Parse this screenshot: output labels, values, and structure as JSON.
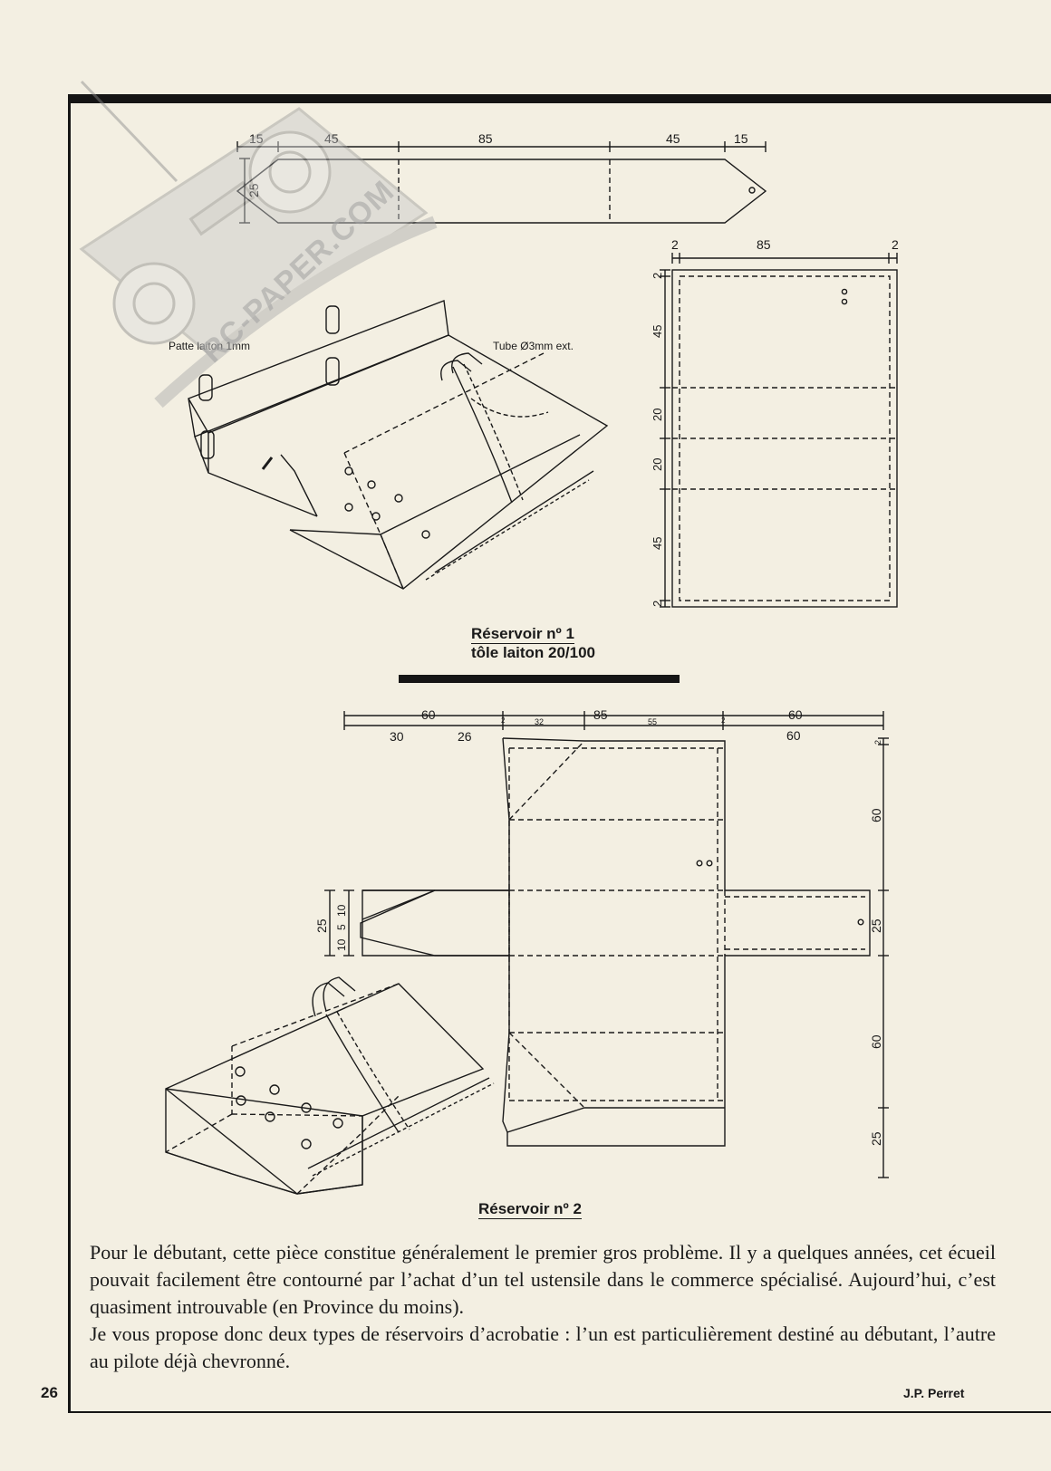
{
  "tank1": {
    "caption_line1": "Réservoir nº 1",
    "caption_line2": "tôle laiton 20/100",
    "label_patte": "Patte laiton 1mm",
    "label_tube": "Tube Ø3mm ext.",
    "strip_dims": [
      "15",
      "45",
      "85",
      "45",
      "15"
    ],
    "strip_height": "25",
    "panel_top_dims": [
      "2",
      "85",
      "2"
    ],
    "panel_side_dims": [
      "2",
      "45",
      "20",
      "20",
      "45",
      "2"
    ]
  },
  "tank2": {
    "caption": "Réservoir nº 2",
    "top_dims_upper": [
      "60",
      "85",
      "60"
    ],
    "top_dims_lower": [
      "30",
      "26",
      "2",
      "32",
      "55",
      "2",
      "60"
    ],
    "right_dims": [
      "2",
      "60",
      "25",
      "60",
      "25"
    ],
    "left_dims": [
      "25",
      "10",
      "5",
      "10"
    ]
  },
  "article": {
    "paragraph1": "Pour le débutant, cette pièce constitue généralement le premier gros problème. Il y a quelques années, cet écueil pouvait facilement être contourné par l’achat d’un tel ustensile dans le commerce spécialisé. Aujourd’hui, c’est quasiment introuvable (en Province du moins).",
    "paragraph2": "Je vous propose donc deux types de réservoirs d’acrobatie : l’un est particulièrement destiné au débutant, l’autre au pilote déjà chevronné.",
    "page_number": "26",
    "author": "J.P. Perret"
  },
  "watermark": {
    "text": "RC-PAPER.COM"
  }
}
